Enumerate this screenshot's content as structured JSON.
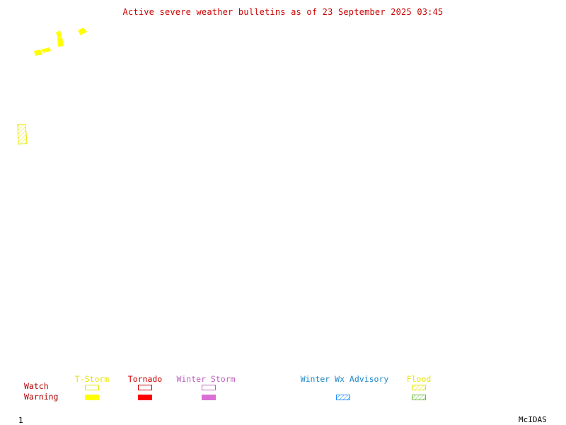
{
  "title": "Active severe weather bulletins as of 23 September 2025 03:45",
  "legend": {
    "row_labels": {
      "watch": "Watch",
      "warning": "Warning"
    },
    "categories": {
      "tstorm": {
        "label": "T-Storm",
        "color": "#ffff00"
      },
      "tornado": {
        "label": "Tornado",
        "color": "#ff0000"
      },
      "winter_storm": {
        "label": "Winter Storm",
        "color": "#da70d6"
      },
      "winter_wx_advisory": {
        "label": "Winter Wx Advisory",
        "color": "#1e90ff"
      },
      "flood": {
        "label": "Flood",
        "color": "#c8c800",
        "warning_color": "#66bb33"
      }
    }
  },
  "footer": {
    "frame_number": "1",
    "brand": "McIDAS"
  }
}
